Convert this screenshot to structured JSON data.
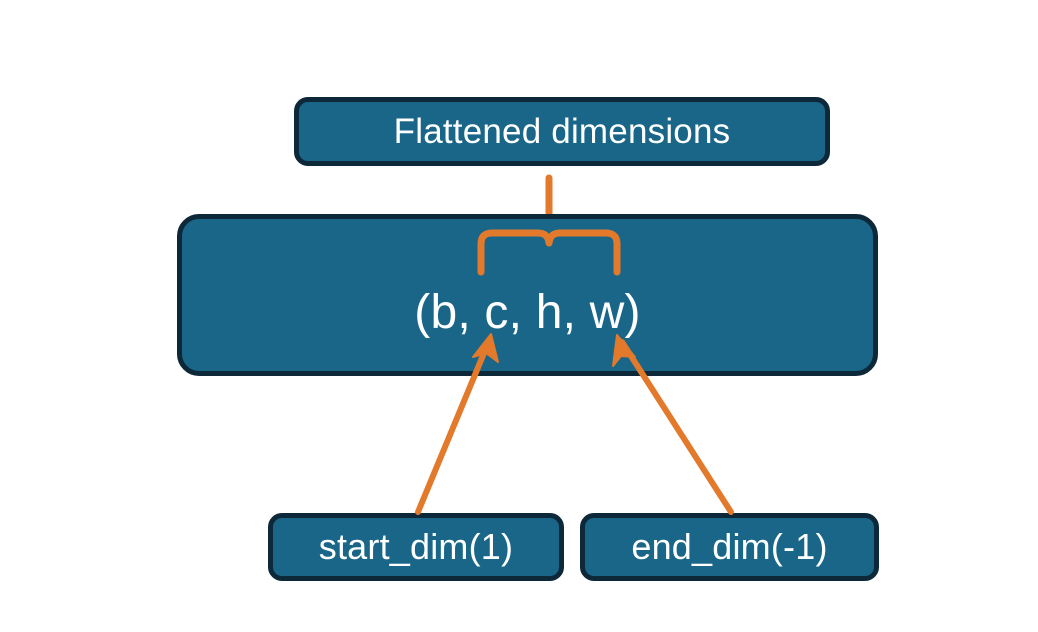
{
  "diagram": {
    "title_node": {
      "label": "Flattened dimensions"
    },
    "shape_node": {
      "label": "(b, c, h, w)"
    },
    "param_nodes": [
      {
        "label": "start_dim(1)"
      },
      {
        "label": "end_dim(-1)"
      }
    ],
    "connectors": [
      {
        "name": "brace-to-flattened",
        "kind": "curly-brace-up"
      },
      {
        "name": "start-dim-arrow",
        "kind": "arrow-up-right"
      },
      {
        "name": "end-dim-arrow",
        "kind": "arrow-up-left"
      }
    ],
    "colors": {
      "node_fill": "#1a6688",
      "node_border": "#0d2839",
      "node_text": "#ffffff",
      "connector": "#e3792b",
      "background": "#ffffff"
    }
  }
}
